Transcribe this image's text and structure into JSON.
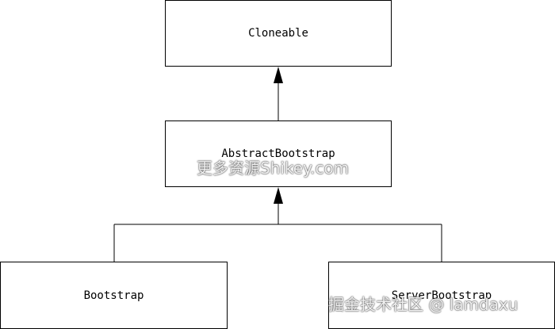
{
  "nodes": {
    "cloneable": "Cloneable",
    "abstract_bootstrap": "AbstractBootstrap",
    "bootstrap": "Bootstrap",
    "server_bootstrap": "ServerBootstrap"
  },
  "edges": [
    {
      "from": "abstract_bootstrap",
      "to": "cloneable",
      "type": "inheritance"
    },
    {
      "from": "bootstrap",
      "to": "abstract_bootstrap",
      "type": "inheritance"
    },
    {
      "from": "server_bootstrap",
      "to": "abstract_bootstrap",
      "type": "inheritance"
    }
  ],
  "watermarks": {
    "center": "更多资源Shikey.com",
    "corner": "掘金技术社区 @ lamdaxu"
  },
  "colors": {
    "line": "#000000",
    "box_border": "#000000",
    "background": "#ffffff"
  }
}
